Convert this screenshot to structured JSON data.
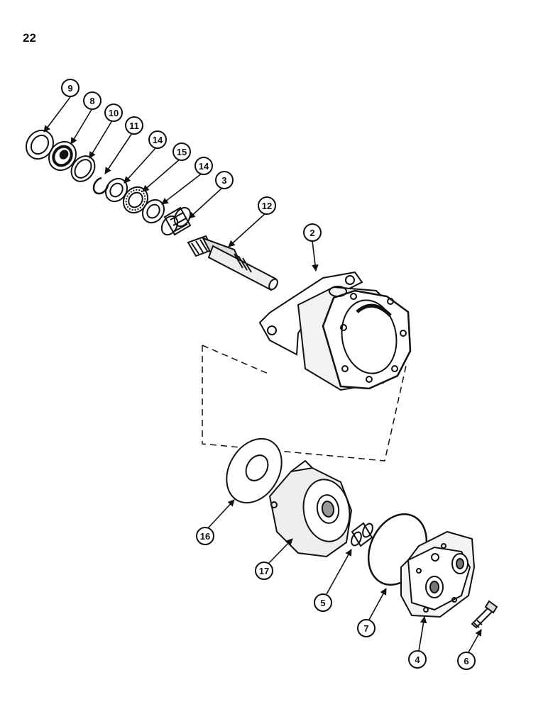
{
  "page_number": "22",
  "callouts": [
    {
      "id": "c9",
      "label": "9"
    },
    {
      "id": "c8",
      "label": "8"
    },
    {
      "id": "c10",
      "label": "10"
    },
    {
      "id": "c11",
      "label": "11"
    },
    {
      "id": "c14a",
      "label": "14"
    },
    {
      "id": "c15",
      "label": "15"
    },
    {
      "id": "c14b",
      "label": "14"
    },
    {
      "id": "c3",
      "label": "3"
    },
    {
      "id": "c12",
      "label": "12"
    },
    {
      "id": "c2",
      "label": "2"
    },
    {
      "id": "c16",
      "label": "16"
    },
    {
      "id": "c17",
      "label": "17"
    },
    {
      "id": "c5",
      "label": "5"
    },
    {
      "id": "c7",
      "label": "7"
    },
    {
      "id": "c4",
      "label": "4"
    },
    {
      "id": "c6",
      "label": "6"
    }
  ]
}
